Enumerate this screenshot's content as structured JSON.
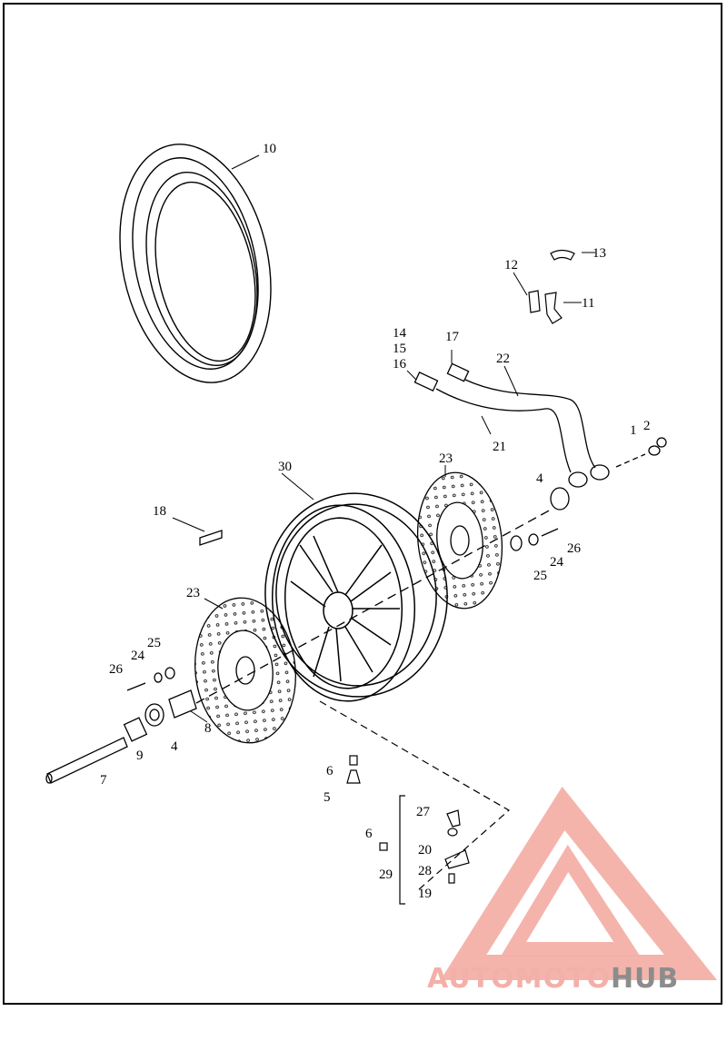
{
  "diagram": {
    "callouts": {
      "c1": "1",
      "c2": "2",
      "c4a": "4",
      "c4b": "4",
      "c5": "5",
      "c6a": "6",
      "c6b": "6",
      "c7": "7",
      "c8": "8",
      "c9": "9",
      "c10": "10",
      "c11": "11",
      "c12": "12",
      "c13": "13",
      "c14": "14",
      "c15": "15",
      "c16": "16",
      "c17": "17",
      "c18": "18",
      "c19": "19",
      "c20": "20",
      "c21": "21",
      "c22": "22",
      "c23a": "23",
      "c23b": "23",
      "c24a": "24",
      "c24b": "24",
      "c25a": "25",
      "c25b": "25",
      "c26a": "26",
      "c26b": "26",
      "c27": "27",
      "c28": "28",
      "c29": "29",
      "c30": "30"
    }
  },
  "watermark": {
    "part1": "AUTOMOTO",
    "part2": "HUB",
    "colors": {
      "accent": "#f3b0a8",
      "gray": "#8c8c8c"
    }
  }
}
